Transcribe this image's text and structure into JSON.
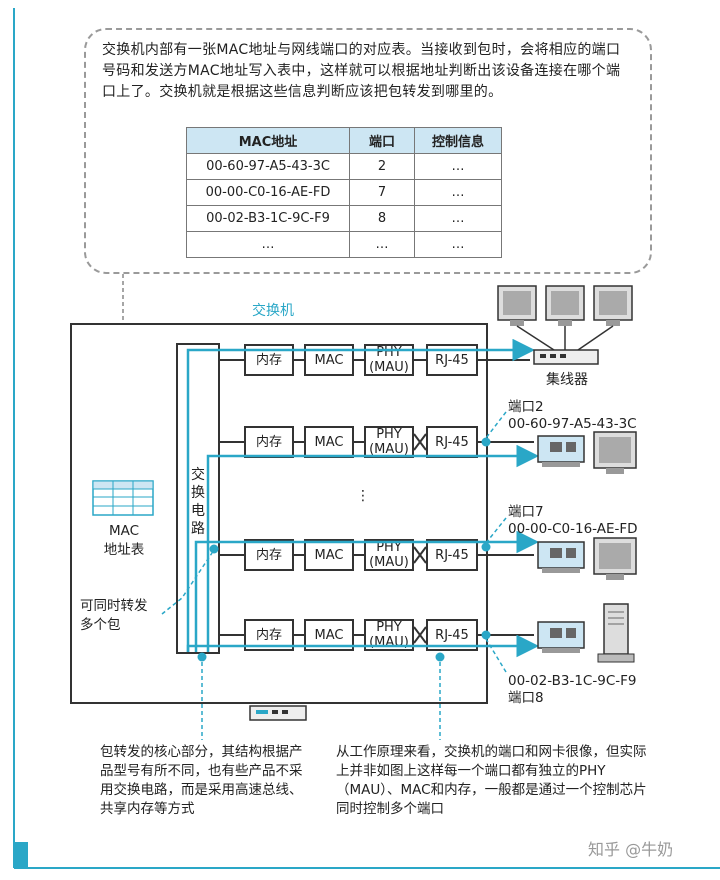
{
  "intro_text": "交换机内部有一张MAC地址与网线端口的对应表。当接收到包时，会将相应的端口号码和发送方MAC地址写入表中，这样就可以根据地址判断出该设备连接在哪个端口上了。交换机就是根据这些信息判断应该把包转发到哪里的。",
  "mac_table": {
    "headers": [
      "MAC地址",
      "端口",
      "控制信息"
    ],
    "rows": [
      [
        "00-60-97-A5-43-3C",
        "2",
        "…"
      ],
      [
        "00-00-C0-16-AE-FD",
        "7",
        "…"
      ],
      [
        "00-02-B3-1C-9C-F9",
        "8",
        "…"
      ],
      [
        "…",
        "…",
        "…"
      ]
    ]
  },
  "switch_label": "交换机",
  "fabric_label": "交换电路",
  "mac_table_icon_label_1": "MAC",
  "mac_table_icon_label_2": "地址表",
  "parallel_label_1": "可同时转发",
  "parallel_label_2": "多个包",
  "component_labels": {
    "memory": "内存",
    "mac": "MAC",
    "phy_1": "PHY",
    "phy_2": "(MAU)",
    "rj45": "RJ-45"
  },
  "ellipsis": "⋮",
  "hub_label": "集线器",
  "port2_label": "端口2",
  "port2_mac": "00-60-97-A5-43-3C",
  "port7_label": "端口7",
  "port7_mac": "00-00-C0-16-AE-FD",
  "port8_mac": "00-02-B3-1C-9C-F9",
  "port8_label": "端口8",
  "note_left": "包转发的核心部分，其结构根据产品型号有所不同，也有些产品不采用交换电路，而是采用高速总线、共享内存等方式",
  "note_right": "从工作原理来看，交换机的端口和网卡很像，但实际上并非如图上这样每一个端口都有独立的PHY（MAU）、MAC和内存，一般都是通过一个控制芯片同时控制多个端口",
  "watermark": "知乎 @牛奶",
  "colors": {
    "accent": "#2aa7c7",
    "frame": "#2aa7c7",
    "header_fill": "#cde6f3"
  }
}
